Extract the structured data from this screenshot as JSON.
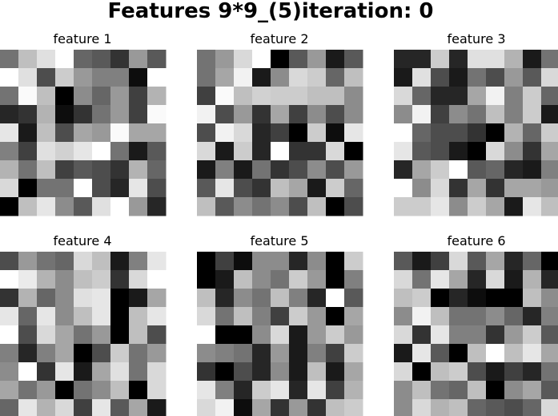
{
  "chart_data": {
    "type": "heatmap",
    "title": "Features 9*9_(5)iteration: 0",
    "colormap": "gray",
    "value_range": [
      0,
      1
    ],
    "grid": false,
    "axes_visible": false,
    "panels": [
      {
        "title": "feature 1",
        "values": [
          [
            0.45,
            0.75,
            0.88,
            1.0,
            0.4,
            0.35,
            0.2,
            0.6,
            0.35
          ],
          [
            1.0,
            0.88,
            0.3,
            0.8,
            0.6,
            0.5,
            0.5,
            0.05,
            1.0
          ],
          [
            0.45,
            0.98,
            0.75,
            0.0,
            0.55,
            0.4,
            0.6,
            0.25,
            0.7
          ],
          [
            0.15,
            0.2,
            0.7,
            0.05,
            0.2,
            0.45,
            0.6,
            0.25,
            0.98
          ],
          [
            0.9,
            0.1,
            0.75,
            0.3,
            0.65,
            0.6,
            0.98,
            0.65,
            0.65
          ],
          [
            0.5,
            0.25,
            0.88,
            0.82,
            0.9,
            1.0,
            0.45,
            0.1,
            0.35
          ],
          [
            0.7,
            0.45,
            0.75,
            0.25,
            0.35,
            0.3,
            0.2,
            0.7,
            0.4
          ],
          [
            0.85,
            0.0,
            0.45,
            0.45,
            1.0,
            0.3,
            0.15,
            0.9,
            0.3
          ],
          [
            0.0,
            0.75,
            0.9,
            0.55,
            0.35,
            0.88,
            1.0,
            0.6,
            0.15
          ]
        ]
      },
      {
        "title": "feature 2",
        "values": [
          [
            0.45,
            0.6,
            0.85,
            1.0,
            0.0,
            0.35,
            0.6,
            0.1,
            0.35
          ],
          [
            0.45,
            0.65,
            0.95,
            0.1,
            0.55,
            0.85,
            0.8,
            0.4,
            0.75
          ],
          [
            0.25,
            0.98,
            0.75,
            0.82,
            0.8,
            0.8,
            0.75,
            0.75,
            0.55
          ],
          [
            0.95,
            0.3,
            0.6,
            0.2,
            0.65,
            0.25,
            0.55,
            0.3,
            0.55
          ],
          [
            0.3,
            0.95,
            0.85,
            0.15,
            0.25,
            0.0,
            0.8,
            0.05,
            0.9
          ],
          [
            0.85,
            0.1,
            0.8,
            0.15,
            1.0,
            0.2,
            0.2,
            0.85,
            0.0
          ],
          [
            0.1,
            0.5,
            0.1,
            0.45,
            0.2,
            0.3,
            0.55,
            0.3,
            0.6
          ],
          [
            0.35,
            0.9,
            0.3,
            0.2,
            0.75,
            0.65,
            0.1,
            0.8,
            0.4
          ],
          [
            0.75,
            0.35,
            0.55,
            0.45,
            0.55,
            0.3,
            0.75,
            0.0,
            0.3
          ]
        ]
      },
      {
        "title": "feature 3",
        "values": [
          [
            0.15,
            0.15,
            0.8,
            0.15,
            0.88,
            0.88,
            0.7,
            0.1,
            0.45
          ],
          [
            0.1,
            0.88,
            0.3,
            0.1,
            0.45,
            0.3,
            0.6,
            0.35,
            0.85
          ],
          [
            0.85,
            0.4,
            0.15,
            0.15,
            0.65,
            0.95,
            0.5,
            0.8,
            0.4
          ],
          [
            0.55,
            0.95,
            0.25,
            0.55,
            0.45,
            0.75,
            0.5,
            0.8,
            0.1
          ],
          [
            1.0,
            0.4,
            0.3,
            0.3,
            0.2,
            0.0,
            0.7,
            0.4,
            0.8
          ],
          [
            0.9,
            0.35,
            0.3,
            0.1,
            0.0,
            0.85,
            0.55,
            0.2,
            0.65
          ],
          [
            0.15,
            0.65,
            0.8,
            1.0,
            0.35,
            0.4,
            0.15,
            0.1,
            0.5
          ],
          [
            1.0,
            0.55,
            0.85,
            0.2,
            0.65,
            0.2,
            0.65,
            0.65,
            0.6
          ],
          [
            0.8,
            0.8,
            0.9,
            0.55,
            0.8,
            0.65,
            0.1,
            0.9,
            0.75
          ]
        ]
      },
      {
        "title": "feature 4",
        "values": [
          [
            0.3,
            0.6,
            0.45,
            0.4,
            0.85,
            0.75,
            0.1,
            0.5,
            0.9
          ],
          [
            1.0,
            0.92,
            0.7,
            0.55,
            0.75,
            0.8,
            0.2,
            0.85,
            1.0
          ],
          [
            0.2,
            0.7,
            0.4,
            0.55,
            0.88,
            0.9,
            0.0,
            0.1,
            0.65
          ],
          [
            0.9,
            0.4,
            0.9,
            0.55,
            0.75,
            0.9,
            0.0,
            0.75,
            0.9
          ],
          [
            1.0,
            0.3,
            0.85,
            0.65,
            0.45,
            0.6,
            0.0,
            0.75,
            0.3
          ],
          [
            0.5,
            0.15,
            0.5,
            0.65,
            0.0,
            0.3,
            0.8,
            0.45,
            0.6
          ],
          [
            0.55,
            1.0,
            0.2,
            0.9,
            0.1,
            0.65,
            0.88,
            0.45,
            0.85
          ],
          [
            0.65,
            0.45,
            0.6,
            0.0,
            0.45,
            0.55,
            0.75,
            0.0,
            0.85
          ],
          [
            0.4,
            0.9,
            0.7,
            0.85,
            0.25,
            0.9,
            0.35,
            0.65,
            0.1
          ]
        ]
      },
      {
        "title": "feature 5",
        "values": [
          [
            0.0,
            0.25,
            0.05,
            0.55,
            0.55,
            0.15,
            0.55,
            0.0,
            0.8
          ],
          [
            0.0,
            0.1,
            0.75,
            0.55,
            0.45,
            0.8,
            0.6,
            0.0,
            0.5
          ],
          [
            0.75,
            0.15,
            0.55,
            0.45,
            0.75,
            0.5,
            0.15,
            1.0,
            0.35
          ],
          [
            0.85,
            0.45,
            0.75,
            0.5,
            0.25,
            0.8,
            0.6,
            0.0,
            0.65
          ],
          [
            1.0,
            0.0,
            0.0,
            0.55,
            0.85,
            0.1,
            0.6,
            0.8,
            0.6
          ],
          [
            0.55,
            0.5,
            0.45,
            0.15,
            0.6,
            0.1,
            0.5,
            0.25,
            0.8
          ],
          [
            0.2,
            0.0,
            0.3,
            0.15,
            0.55,
            0.1,
            0.75,
            0.1,
            0.65
          ],
          [
            0.9,
            0.5,
            0.15,
            0.8,
            0.9,
            0.15,
            0.9,
            0.25,
            0.7
          ],
          [
            0.85,
            0.95,
            0.05,
            0.65,
            0.2,
            0.6,
            0.2,
            0.75,
            0.8
          ]
        ]
      },
      {
        "title": "feature 6",
        "values": [
          [
            0.35,
            0.1,
            0.25,
            0.85,
            0.35,
            0.65,
            0.15,
            0.4,
            0.0
          ],
          [
            0.85,
            0.45,
            0.9,
            0.65,
            0.15,
            0.85,
            0.1,
            0.7,
            0.15
          ],
          [
            0.75,
            0.8,
            0.0,
            0.15,
            0.05,
            0.0,
            0.0,
            0.75,
            0.55
          ],
          [
            0.55,
            0.95,
            0.75,
            0.45,
            0.45,
            0.55,
            0.4,
            0.15,
            0.5
          ],
          [
            0.85,
            0.2,
            0.9,
            0.5,
            0.5,
            0.2,
            0.6,
            0.8,
            0.35
          ],
          [
            0.1,
            0.9,
            0.35,
            0.0,
            0.75,
            1.0,
            0.75,
            0.9,
            0.65
          ],
          [
            0.85,
            0.0,
            0.75,
            0.8,
            0.3,
            0.1,
            0.25,
            0.15,
            0.45
          ],
          [
            0.55,
            0.75,
            0.45,
            0.4,
            0.75,
            0.0,
            0.55,
            0.65,
            0.35
          ],
          [
            0.55,
            0.85,
            0.7,
            0.75,
            0.4,
            0.35,
            0.3,
            0.4,
            0.85
          ]
        ]
      }
    ]
  }
}
